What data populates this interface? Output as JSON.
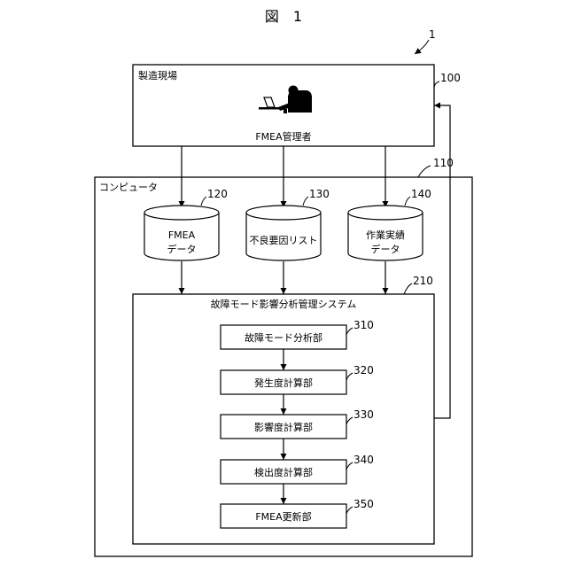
{
  "figure": {
    "title": "図　1",
    "system_ref": "1"
  },
  "site": {
    "label": "製造現場",
    "ref": "100",
    "operator": "FMEA管理者"
  },
  "computer": {
    "label": "コンピュータ",
    "ref": "110"
  },
  "databases": [
    {
      "ref": "120",
      "line1": "FMEA",
      "line2": "データ"
    },
    {
      "ref": "130",
      "line1": "不良要因リスト",
      "line2": ""
    },
    {
      "ref": "140",
      "line1": "作業実績",
      "line2": "データ"
    }
  ],
  "system": {
    "label": "故障モード影響分析管理システム",
    "ref": "210",
    "units": [
      {
        "ref": "310",
        "label": "故障モード分析部"
      },
      {
        "ref": "320",
        "label": "発生度計算部"
      },
      {
        "ref": "330",
        "label": "影響度計算部"
      },
      {
        "ref": "340",
        "label": "検出度計算部"
      },
      {
        "ref": "350",
        "label": "FMEA更新部"
      }
    ]
  },
  "icons": {
    "operator": "person-at-laptop-icon"
  },
  "colors": {
    "line": "#000000",
    "background": "#ffffff"
  }
}
